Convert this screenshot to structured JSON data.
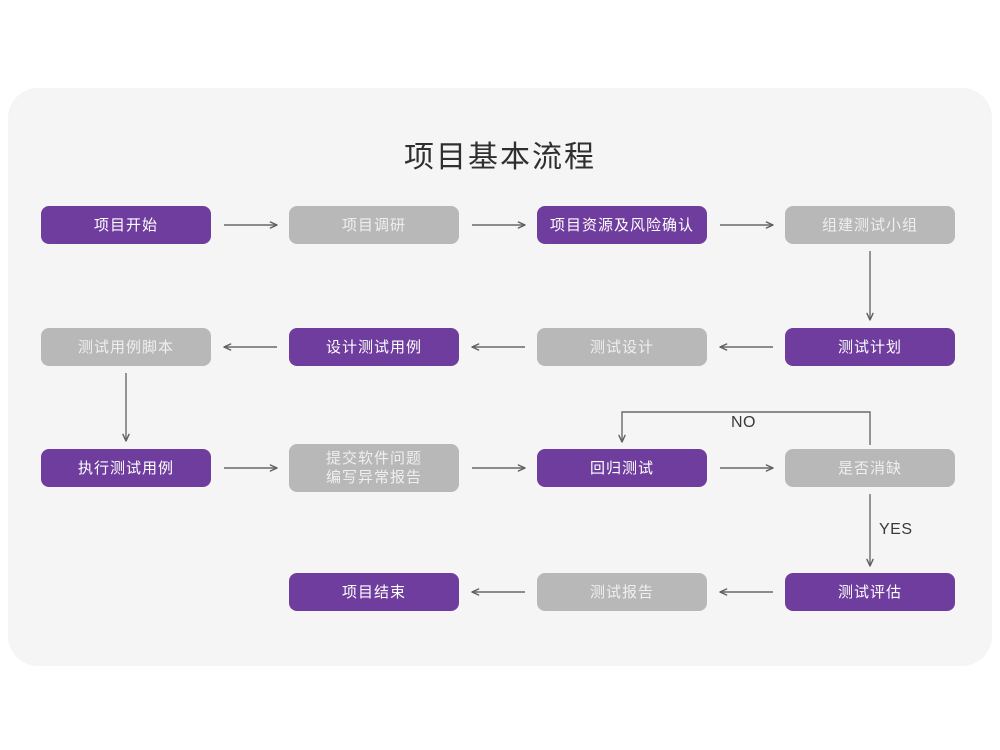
{
  "page": {
    "title": "项目基本流程",
    "background_color": "#ffffff",
    "card_color": "#f5f5f5"
  },
  "theme": {
    "accent_purple": "#6f3d9e",
    "muted_gray": "#b8b8b8",
    "gray_text": "#efefef",
    "purple_text": "#ffffff",
    "connector_color": "#6a6a6a"
  },
  "chart_data": {
    "type": "diagram",
    "title": "项目基本流程",
    "nodes": [
      {
        "id": "n1",
        "label": "项目开始",
        "style": "purple",
        "row": 1,
        "col": 1
      },
      {
        "id": "n2",
        "label": "项目调研",
        "style": "gray",
        "row": 1,
        "col": 2
      },
      {
        "id": "n3",
        "label": "项目资源及风险确认",
        "style": "purple",
        "row": 1,
        "col": 3
      },
      {
        "id": "n4",
        "label": "组建测试小组",
        "style": "gray",
        "row": 1,
        "col": 4
      },
      {
        "id": "n5",
        "label": "测试用例脚本",
        "style": "gray",
        "row": 2,
        "col": 1
      },
      {
        "id": "n6",
        "label": "设计测试用例",
        "style": "purple",
        "row": 2,
        "col": 2
      },
      {
        "id": "n7",
        "label": "测试设计",
        "style": "gray",
        "row": 2,
        "col": 3
      },
      {
        "id": "n8",
        "label": "测试计划",
        "style": "purple",
        "row": 2,
        "col": 4
      },
      {
        "id": "n9",
        "label": "执行测试用例",
        "style": "purple",
        "row": 3,
        "col": 1
      },
      {
        "id": "n10",
        "label_line1": "提交软件问题",
        "label_line2": "编写异常报告",
        "style": "gray",
        "row": 3,
        "col": 2
      },
      {
        "id": "n11",
        "label": "回归测试",
        "style": "purple",
        "row": 3,
        "col": 3
      },
      {
        "id": "n12",
        "label": "是否消缺",
        "style": "gray",
        "row": 3,
        "col": 4
      },
      {
        "id": "n13",
        "label": "项目结束",
        "style": "purple",
        "row": 4,
        "col": 2
      },
      {
        "id": "n14",
        "label": "测试报告",
        "style": "gray",
        "row": 4,
        "col": 3
      },
      {
        "id": "n15",
        "label": "测试评估",
        "style": "purple",
        "row": 4,
        "col": 4
      }
    ],
    "edges": [
      {
        "from": "n1",
        "to": "n2",
        "label": "",
        "direction": "right"
      },
      {
        "from": "n2",
        "to": "n3",
        "label": "",
        "direction": "right"
      },
      {
        "from": "n3",
        "to": "n4",
        "label": "",
        "direction": "right"
      },
      {
        "from": "n4",
        "to": "n8",
        "label": "",
        "direction": "down"
      },
      {
        "from": "n8",
        "to": "n7",
        "label": "",
        "direction": "left"
      },
      {
        "from": "n7",
        "to": "n6",
        "label": "",
        "direction": "left"
      },
      {
        "from": "n6",
        "to": "n5",
        "label": "",
        "direction": "left"
      },
      {
        "from": "n5",
        "to": "n9",
        "label": "",
        "direction": "down"
      },
      {
        "from": "n9",
        "to": "n10",
        "label": "",
        "direction": "right"
      },
      {
        "from": "n10",
        "to": "n11",
        "label": "",
        "direction": "right"
      },
      {
        "from": "n11",
        "to": "n12",
        "label": "",
        "direction": "right"
      },
      {
        "from": "n12",
        "to": "n11",
        "label": "NO",
        "direction": "loop-up-left"
      },
      {
        "from": "n12",
        "to": "n15",
        "label": "YES",
        "direction": "down"
      },
      {
        "from": "n15",
        "to": "n14",
        "label": "",
        "direction": "left"
      },
      {
        "from": "n14",
        "to": "n13",
        "label": "",
        "direction": "left"
      }
    ],
    "labels": {
      "no": "NO",
      "yes": "YES"
    }
  }
}
